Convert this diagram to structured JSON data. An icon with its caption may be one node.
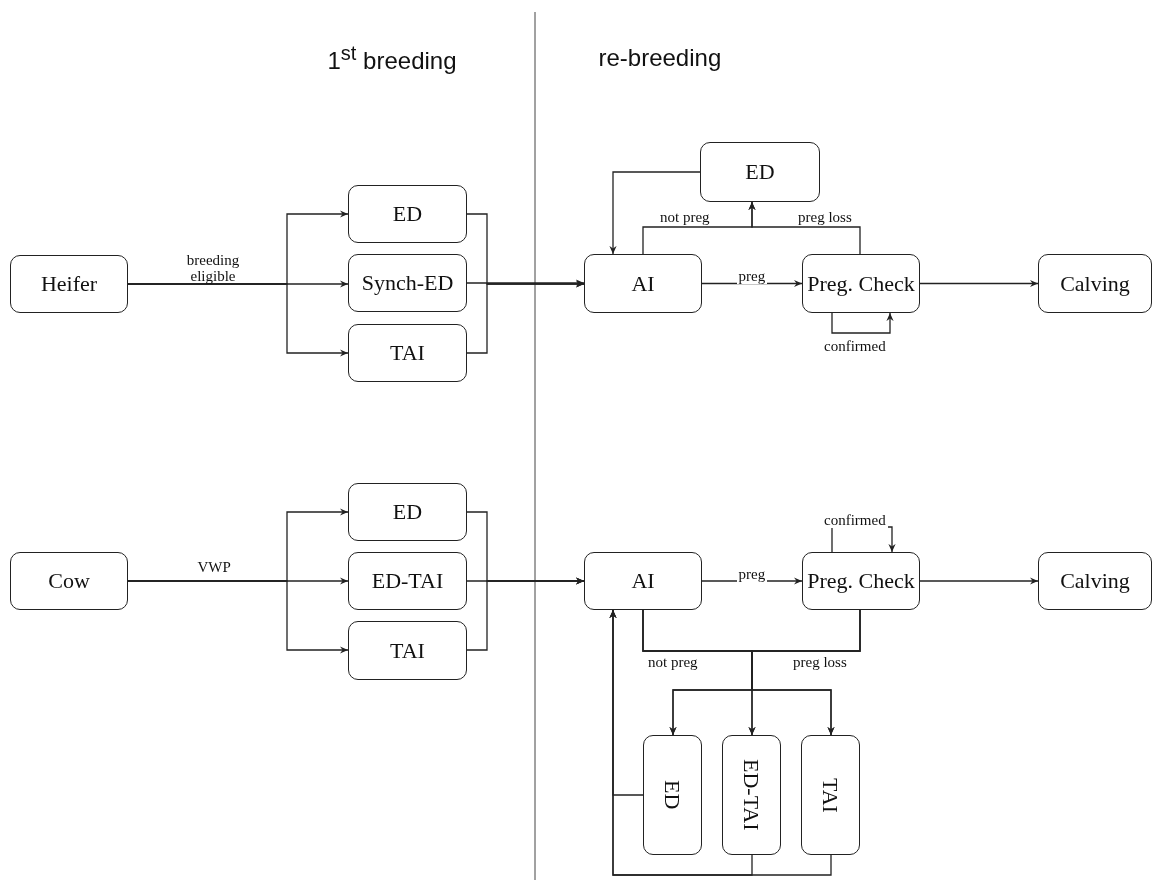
{
  "diagram": {
    "nodes": [
      {
        "text": [
          "Heifer"
        ]
      },
      {
        "text": [
          "ED"
        ]
      },
      {
        "text": [
          "Synch-ED"
        ]
      },
      {
        "text": [
          "TAI"
        ]
      },
      {
        "text": [
          "AI"
        ]
      },
      {
        "text": [
          "ED"
        ]
      },
      {
        "text": [
          "Preg. Check"
        ]
      },
      {
        "text": [
          "Calving"
        ]
      },
      {
        "text": [
          "Cow"
        ]
      },
      {
        "text": [
          "ED"
        ]
      },
      {
        "text": [
          "ED-TAI"
        ]
      },
      {
        "text": [
          "TAI"
        ]
      },
      {
        "text": [
          "AI"
        ]
      },
      {
        "text": [
          "Preg. Check"
        ]
      },
      {
        "text": [
          "Calving"
        ]
      },
      {
        "text": [
          "ED"
        ]
      },
      {
        "text": [
          "ED-TAI"
        ]
      },
      {
        "text": [
          "TAI"
        ]
      }
    ],
    "edges": [
      {
        "from": 0,
        "to": 1,
        "arrow": "to"
      },
      {
        "from": 0,
        "to": 2,
        "arrow": "to",
        "label": "breeding eligible"
      },
      {
        "from": 0,
        "to": 3,
        "arrow": "to"
      },
      {
        "from": 1,
        "to": 4,
        "arrow": "to"
      },
      {
        "from": 2,
        "to": 4,
        "arrow": "to"
      },
      {
        "from": 3,
        "to": 4,
        "arrow": "to"
      },
      {
        "from": 4,
        "to": 5,
        "arrow": "to",
        "label": "not preg"
      },
      {
        "from": 6,
        "to": 5,
        "arrow": "to",
        "label": "preg loss"
      },
      {
        "from": 5,
        "to": 4,
        "arrow": "to"
      },
      {
        "from": 4,
        "to": 6,
        "arrow": "to",
        "label": "preg"
      },
      {
        "from": 6,
        "to": 6,
        "arrow": "to",
        "label": "confirmed"
      },
      {
        "from": 6,
        "to": 7,
        "arrow": "to"
      },
      {
        "from": 8,
        "to": 9,
        "arrow": "to"
      },
      {
        "from": 8,
        "to": 10,
        "arrow": "to",
        "label": "VWP"
      },
      {
        "from": 8,
        "to": 11,
        "arrow": "to"
      },
      {
        "from": 9,
        "to": 12,
        "arrow": "to"
      },
      {
        "from": 10,
        "to": 12,
        "arrow": "to"
      },
      {
        "from": 11,
        "to": 12,
        "arrow": "to"
      },
      {
        "from": 12,
        "to": 13,
        "arrow": "to",
        "label": "preg"
      },
      {
        "from": 13,
        "to": 13,
        "arrow": "to",
        "label": "confirmed"
      },
      {
        "from": 13,
        "to": 14,
        "arrow": "to"
      },
      {
        "from": 12,
        "to": 15,
        "arrow": "to"
      },
      {
        "from": 12,
        "to": 16,
        "arrow": "to",
        "label": "not preg"
      },
      {
        "from": 12,
        "to": 17,
        "arrow": "to"
      },
      {
        "from": 13,
        "to": 15,
        "arrow": "to"
      },
      {
        "from": 13,
        "to": 16,
        "arrow": "to",
        "label": "preg loss"
      },
      {
        "from": 13,
        "to": 17,
        "arrow": "to"
      },
      {
        "from": 15,
        "to": 12,
        "arrow": "to"
      },
      {
        "from": 16,
        "to": 12,
        "arrow": "to"
      },
      {
        "from": 17,
        "to": 12,
        "arrow": "to"
      }
    ],
    "labels": [
      "1$^{st}$ breeding",
      "re-breeding"
    ]
  }
}
